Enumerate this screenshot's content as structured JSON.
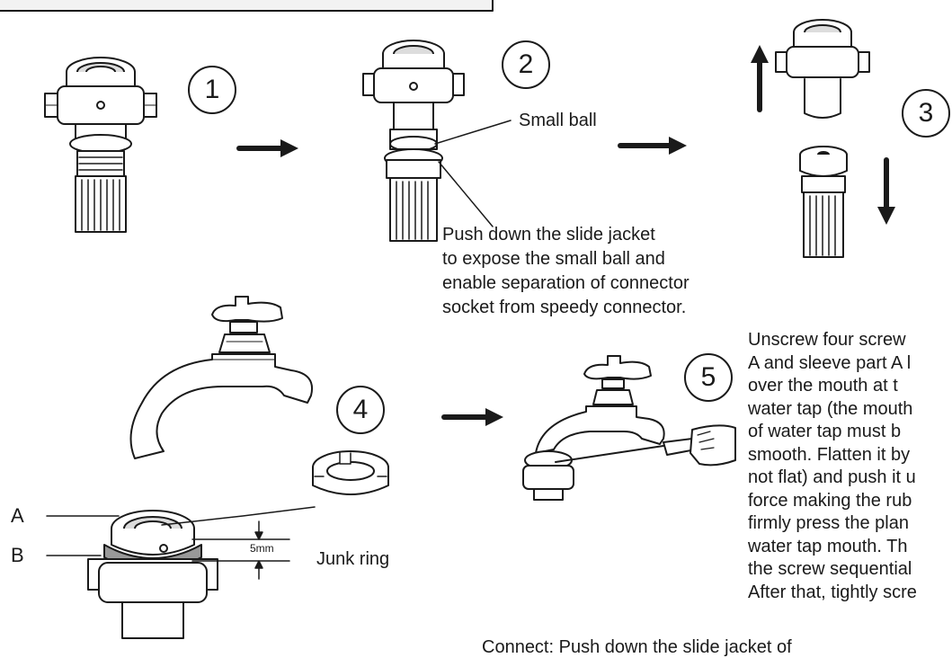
{
  "steps": [
    "1",
    "2",
    "3",
    "4",
    "5"
  ],
  "labels": {
    "small_ball": "Small ball",
    "junk_ring": "Junk ring",
    "part_a": "A",
    "part_b": "B",
    "dimension": "5mm"
  },
  "instructions": {
    "push_down": "Push down the  slide  jacket\nto expose the small  ball and\nenable separation of connector\nsocket from speedy connector.",
    "unscrew": "Unscrew  four  screw\nA and sleeve part A l\nover the  mouth  at  t\nwater tap (the mouth\nof  water tap  must  b\nsmooth. Flatten it  by\nnot flat) and push it u\nforce making the rub\nfirmly press the plan\nwater tap  mouth.  Th\nthe screw sequential\nAfter that, tightly scre",
    "connect_partial": "Connect: Push down the slide jacket of"
  },
  "colors": {
    "ink": "#1a1a1a",
    "paper": "#ffffff"
  }
}
